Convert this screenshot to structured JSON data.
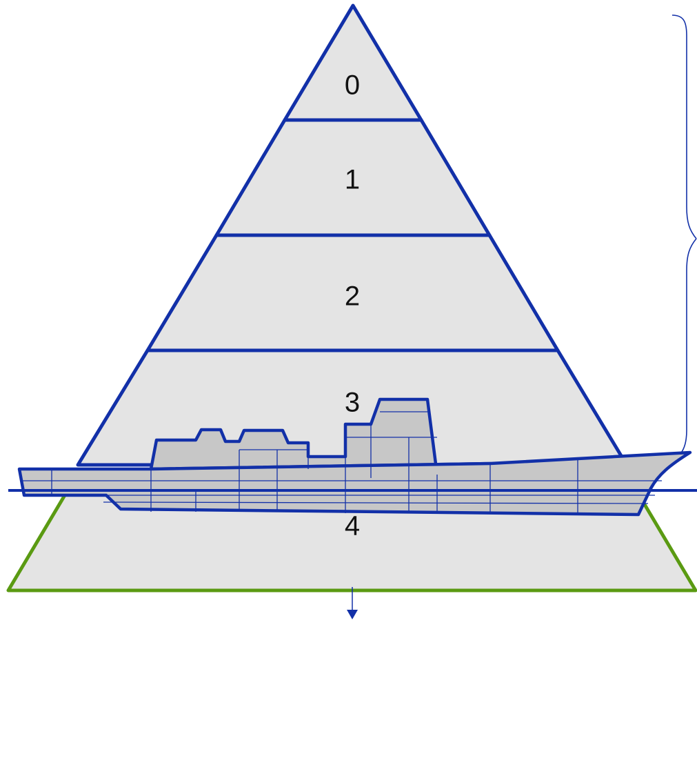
{
  "diagram": {
    "tiers": [
      {
        "label": "0"
      },
      {
        "label": "1"
      },
      {
        "label": "2"
      },
      {
        "label": "3"
      },
      {
        "label": "4"
      }
    ],
    "colors": {
      "tier_fill": "#e4e4e4",
      "pyramid_outline": "#1230a8",
      "base_outline": "#5a9a12",
      "ship_fill": "#c7c7c7",
      "ship_outline": "#1230a8"
    },
    "icons": [
      "down-arrow-icon",
      "ship-icon"
    ]
  }
}
